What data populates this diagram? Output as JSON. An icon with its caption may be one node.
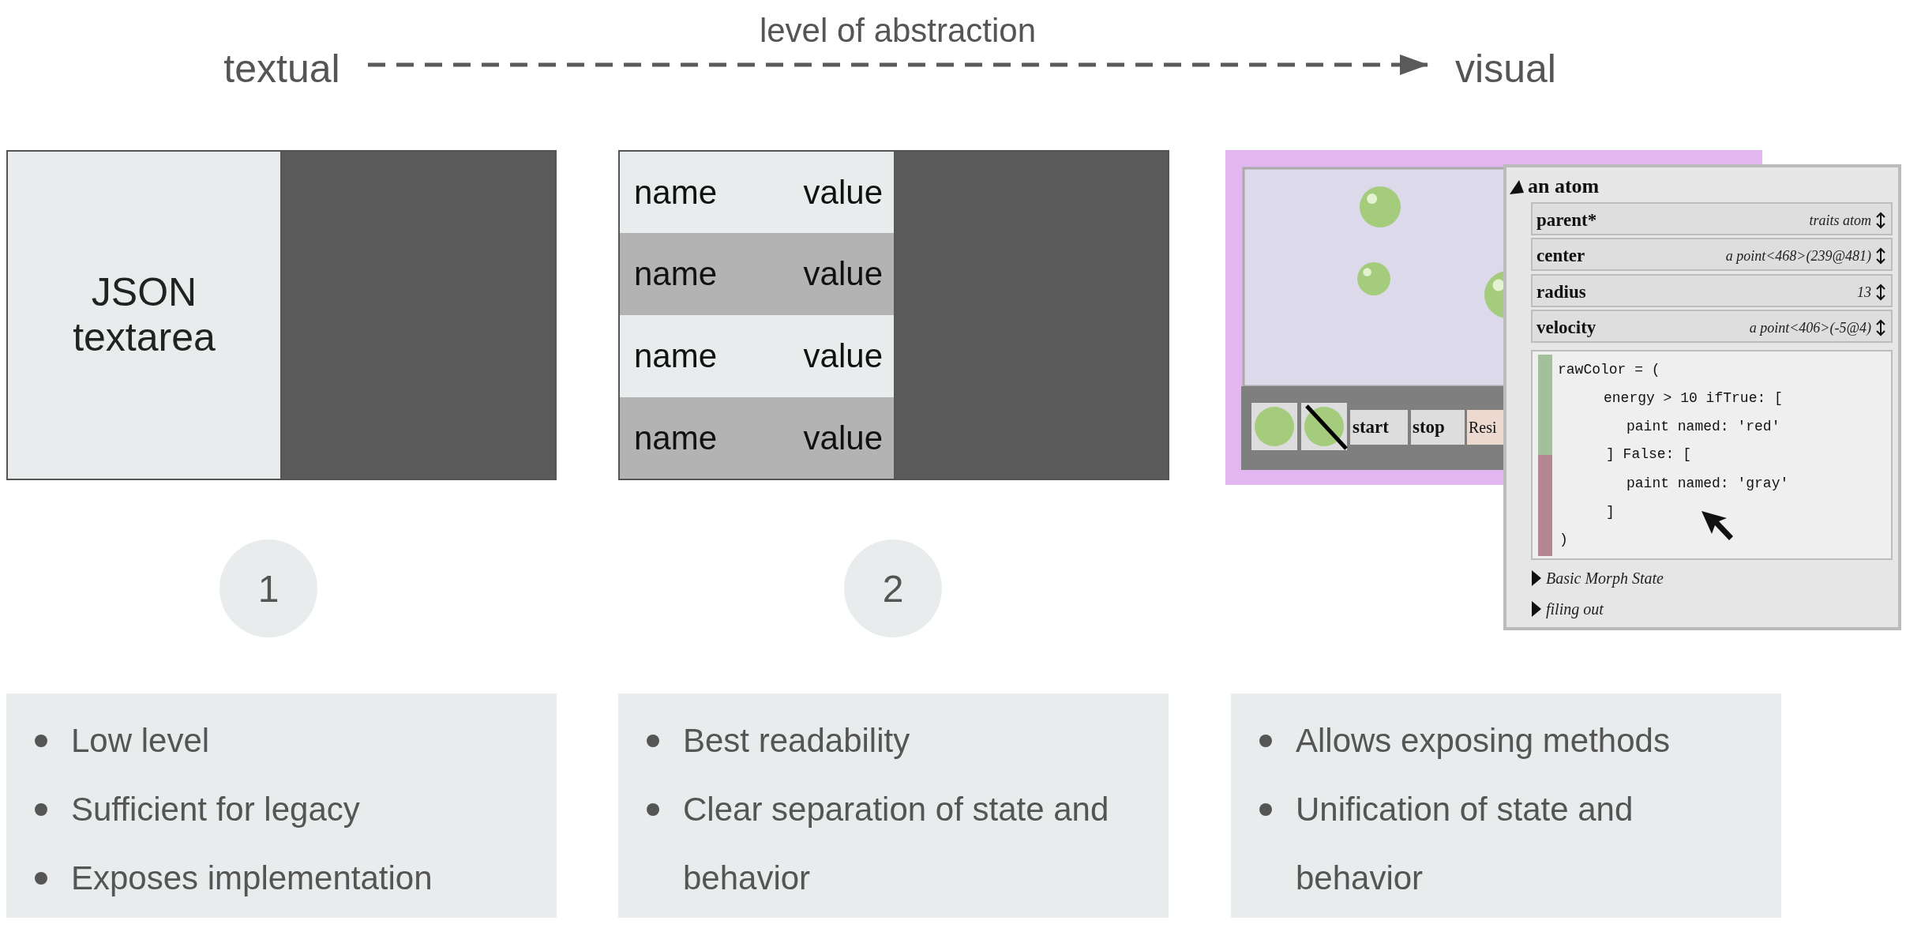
{
  "diagram": {
    "nodes": [
      {
        "text": [
          "textual"
        ]
      },
      {
        "text": [
          "visual"
        ]
      },
      {
        "text": [
          "JSON textarea"
        ]
      },
      {
        "text": [],
        "shape": "box"
      },
      {
        "text": [
          "1"
        ]
      },
      {
        "text": [
          "Low level",
          "Sufficient for legacy",
          "Exposes implementation"
        ]
      },
      {
        "text": [
          "name",
          "value"
        ]
      },
      {
        "text": [
          "name",
          "value"
        ]
      },
      {
        "text": [
          "name",
          "value"
        ]
      },
      {
        "text": [
          "name",
          "value"
        ]
      },
      {
        "text": [],
        "shape": "box"
      },
      {
        "text": [
          "2"
        ]
      },
      {
        "text": [
          "Best readability",
          "Clear separation of state and behavior"
        ]
      },
      {
        "text": [
          "Allows exposing methods",
          "Unification of state and behavior"
        ]
      }
    ],
    "edges": [
      {
        "from": 0,
        "to": 1,
        "arrow": "to",
        "style": "dashed",
        "label": "level of abstraction"
      }
    ],
    "labels": [
      "an atom",
      "parent*",
      "traits atom",
      "center",
      "a point<468>(239@481)",
      "radius",
      "13",
      "velocity",
      "a point<406>(-5@4)",
      "start",
      "stop",
      "Resi",
      "rawColor = (",
      "energy > 10 ifTrue: [",
      "paint named: 'red'",
      "] False: [",
      "paint named: 'gray'",
      "]",
      ")",
      "Basic Morph State",
      "filing out"
    ]
  }
}
